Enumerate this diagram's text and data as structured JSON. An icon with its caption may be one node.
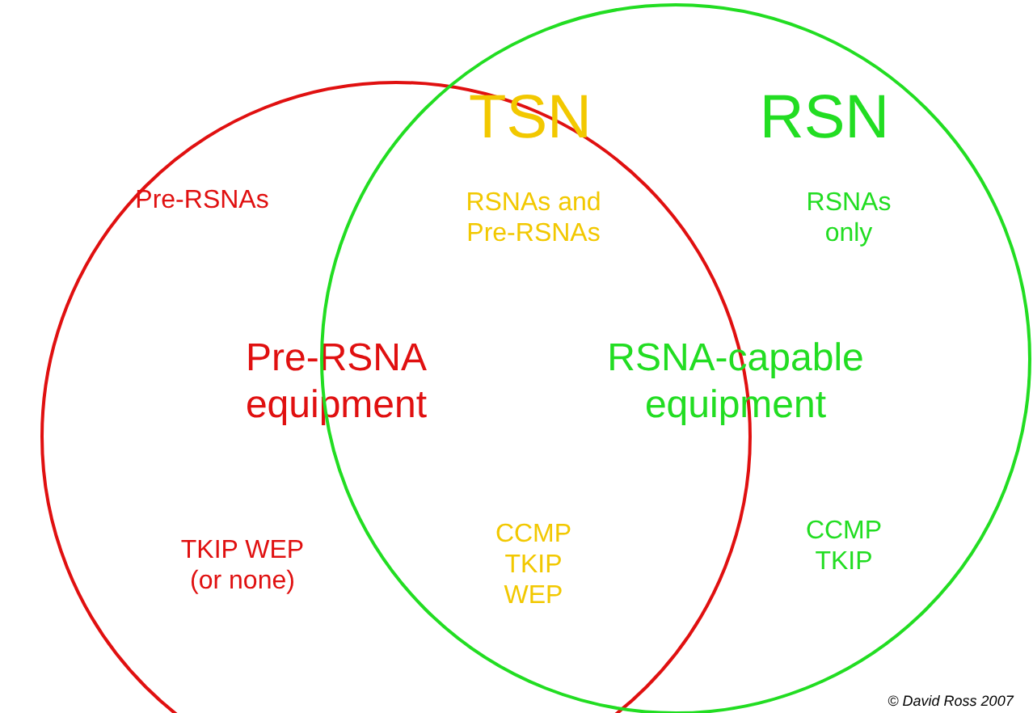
{
  "diagram": {
    "nodes": [
      {
        "text": [
          "Pre-RSNAs",
          "Pre-RSNA equipment",
          "TKIP WEP (or none)"
        ]
      },
      {
        "text": [
          "RSN",
          "RSNAs only",
          "RSNA-capable equipment",
          "CCMP TKIP"
        ]
      }
    ],
    "labels": [
      "TSN",
      "RSNAs and Pre-RSNAs",
      "CCMP TKIP WEP",
      "© David Ross 2007"
    ]
  }
}
